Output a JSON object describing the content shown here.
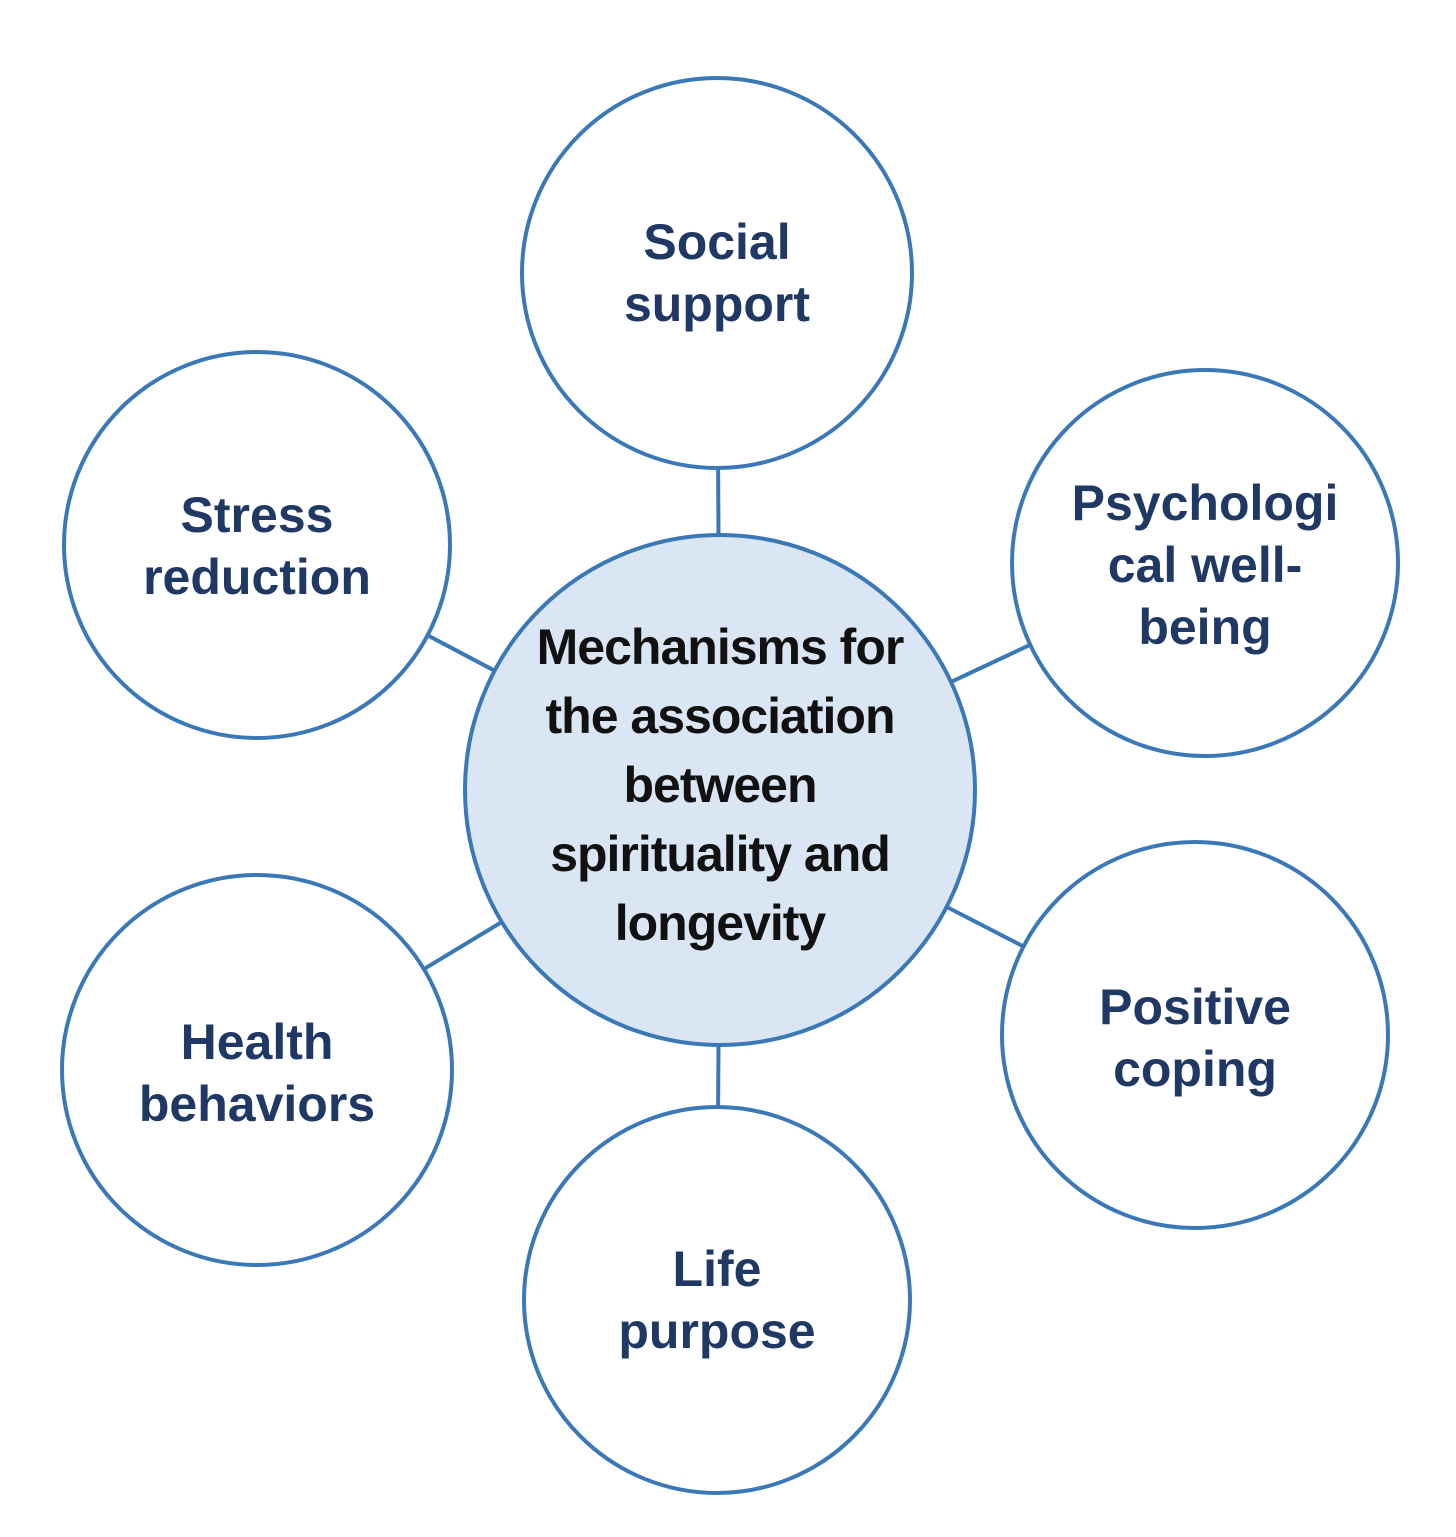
{
  "diagram": {
    "colors": {
      "stroke": "#3b78b8",
      "center_fill": "#dbe6f4",
      "outer_fill": "#ffffff",
      "outer_text": "#1f3864",
      "center_text": "#111111"
    },
    "center": {
      "lines": [
        "Mechanisms for",
        "the association",
        "between",
        "spirituality and",
        "longevity"
      ]
    },
    "nodes": [
      {
        "id": "social-support",
        "lines": [
          "Social",
          "support"
        ]
      },
      {
        "id": "psychological-well-being",
        "lines": [
          "Psychologi",
          "cal well-",
          "being"
        ]
      },
      {
        "id": "positive-coping",
        "lines": [
          "Positive",
          "coping"
        ]
      },
      {
        "id": "life-purpose",
        "lines": [
          "Life",
          "purpose"
        ]
      },
      {
        "id": "health-behaviors",
        "lines": [
          "Health",
          "behaviors"
        ]
      },
      {
        "id": "stress-reduction",
        "lines": [
          "Stress",
          "reduction"
        ]
      }
    ]
  }
}
